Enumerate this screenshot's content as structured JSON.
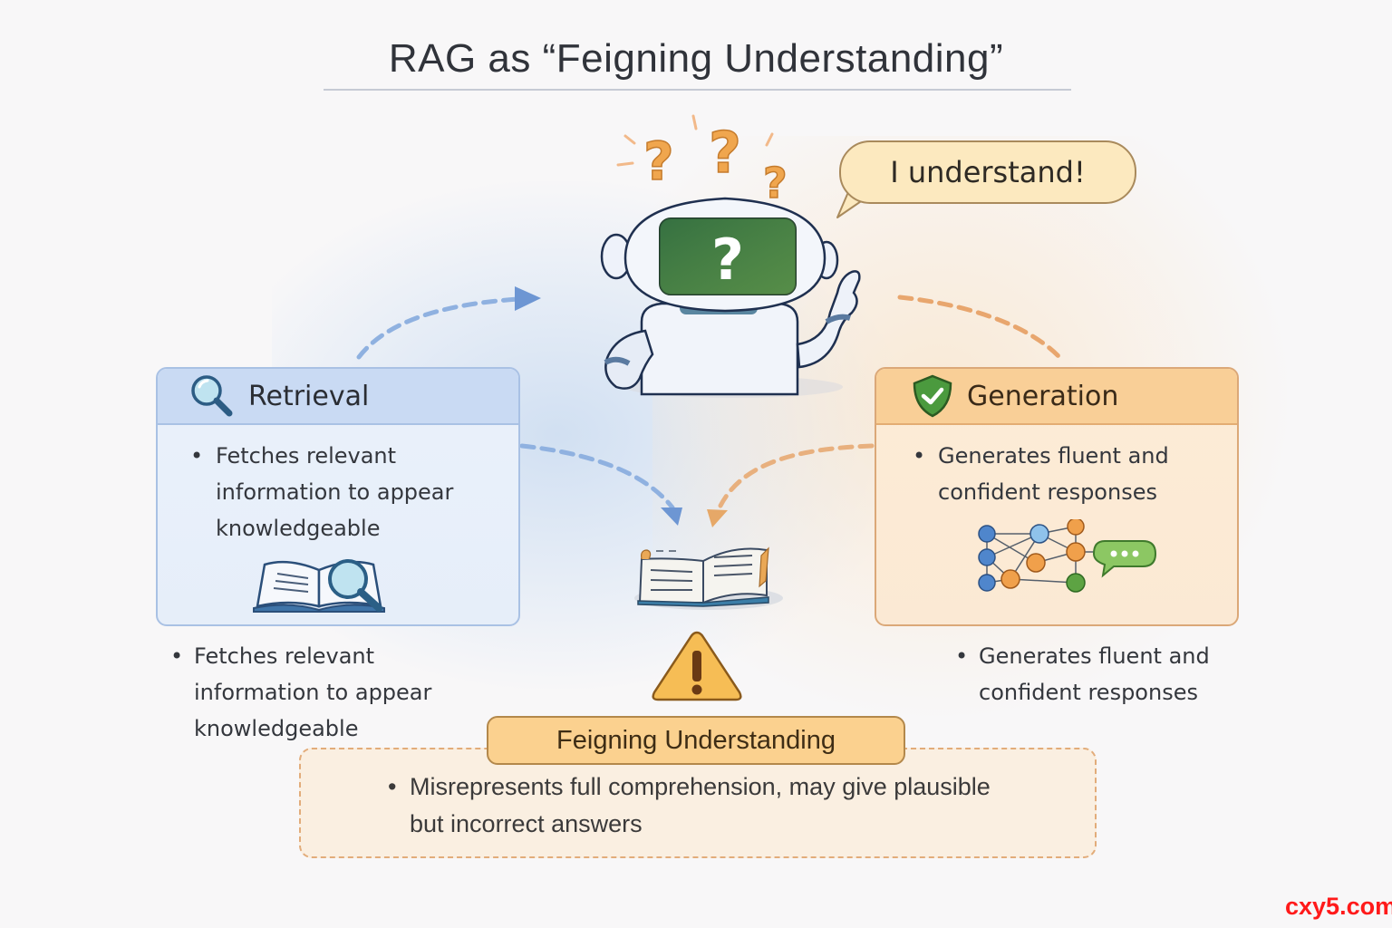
{
  "title": "RAG as “Feigning Understanding”",
  "robot": {
    "speech": "I understand!",
    "screen_symbol": "?",
    "thought_symbols": [
      "?",
      "?",
      "?"
    ]
  },
  "retrieval": {
    "title": "Retrieval",
    "icon": "magnifier-icon",
    "bullets": [
      "Fetches relevant information to appear knowledgeable"
    ],
    "art": "book-with-magnifier-icon",
    "accent": "#c9daf3"
  },
  "generation": {
    "title": "Generation",
    "icon": "shield-check-icon",
    "bullets": [
      "Generates fluent and confident responses"
    ],
    "art": "network-chat-icon",
    "accent": "#f9cf97"
  },
  "outside": {
    "left_bullet": "Fetches relevant information to appear knowledgeable",
    "right_bullet": "Generates fluent and confident responses"
  },
  "center": {
    "book": "open-book-icon",
    "warning": "warning-icon"
  },
  "feigning": {
    "label": "Feigning Understanding",
    "bullet": "Misrepresents full comprehension, may give plausible but incorrect answers"
  },
  "watermark": "cxy5.com"
}
